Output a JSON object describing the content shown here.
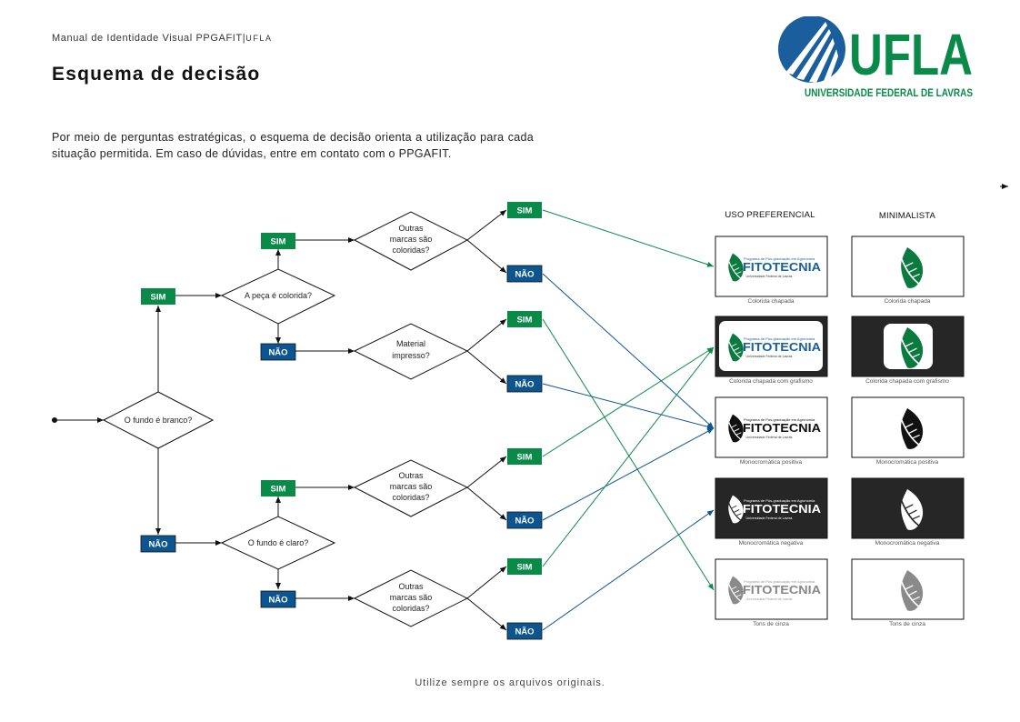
{
  "header": {
    "manual": "Manual de Identidade Visual PPGAFIT",
    "sep": "|",
    "org_short": "UFLA"
  },
  "title": "Esquema de decisão",
  "intro": "Por meio de perguntas estratégicas, o esquema de decisão orienta a utilização para cada situação permitida. Em caso de dúvidas, entre em contato com o PPGAFIT.",
  "logo": {
    "letters": "UFLA",
    "subtitle": "UNIVERSIDADE FEDERAL DE LAVRAS"
  },
  "labels": {
    "yes": "SIM",
    "no": "NÃO"
  },
  "questions": {
    "fundo_branco": [
      "O fundo é branco?"
    ],
    "peca_colorida": [
      "A peça é colorida?"
    ],
    "fundo_claro": [
      "O fundo é claro?"
    ],
    "outras_1": [
      "Outras",
      "marcas são",
      "coloridas?"
    ],
    "material": [
      "Material",
      "impresso?"
    ],
    "outras_2": [
      "Outras",
      "marcas são",
      "coloridas?"
    ],
    "outras_3": [
      "Outras",
      "marcas são",
      "coloridas?"
    ]
  },
  "columns": {
    "preferred": "USO PREFERENCIAL",
    "minimal": "MINIMALISTA"
  },
  "brand": {
    "program": "Programa de Pós-graduação em Agronomia",
    "name": "FITOTECNIA",
    "university": "Universidade Federal de Lavras"
  },
  "variants": [
    {
      "preferred": "Colorida chapada",
      "minimal": "Colorida chapada"
    },
    {
      "preferred": "Colorida chapada com grafismo",
      "minimal": "Colorida chapada com grafismo"
    },
    {
      "preferred": "Monocromática positiva",
      "minimal": "Monocromática positiva"
    },
    {
      "preferred": "Monocromática negativa",
      "minimal": "Monocromática negativa"
    },
    {
      "preferred": "Tons de cinza",
      "minimal": "Tons de cinza"
    }
  ],
  "footer": "Utilize sempre os arquivos originais.",
  "colors": {
    "yes": "#0a8a48",
    "no": "#0d5590",
    "dark_panel": "#262626",
    "ufla_blue": "#1a5e9e",
    "ufla_green": "#0a8a48"
  }
}
